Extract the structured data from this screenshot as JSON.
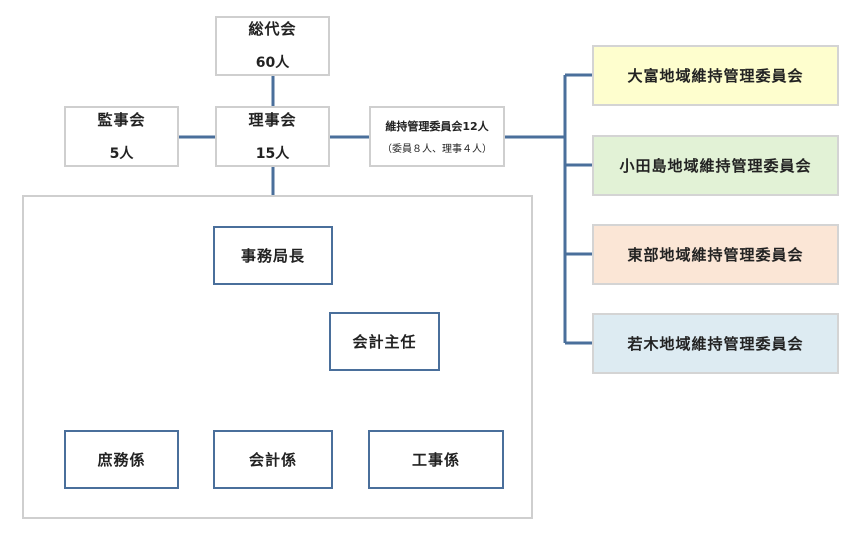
{
  "top": {
    "general_assembly": {
      "title": "総代会",
      "count": "60人"
    },
    "auditors": {
      "title": "監事会",
      "count": "5人"
    },
    "board": {
      "title": "理事会",
      "count": "15人"
    },
    "maintenance": {
      "title": "維持管理委員会12人",
      "note": "（委員８人、理事４人）"
    }
  },
  "secretariat": {
    "chief": "事務局長",
    "accounting_head": "会計主任",
    "sections": [
      "庶務係",
      "会計係",
      "工事係"
    ]
  },
  "committees": [
    {
      "label": "大富地域維持管理委員会",
      "color": "#fefece"
    },
    {
      "label": "小田島地域維持管理委員会",
      "color": "#e2f2d6"
    },
    {
      "label": "東部地域維持管理委員会",
      "color": "#fbe6d6"
    },
    {
      "label": "若木地域維持管理委員会",
      "color": "#ddebf2"
    }
  ],
  "colors": {
    "dark_line": "#4a6f9b",
    "green_line": "#bfe8c8",
    "gray_border": "#cfcfcf"
  }
}
